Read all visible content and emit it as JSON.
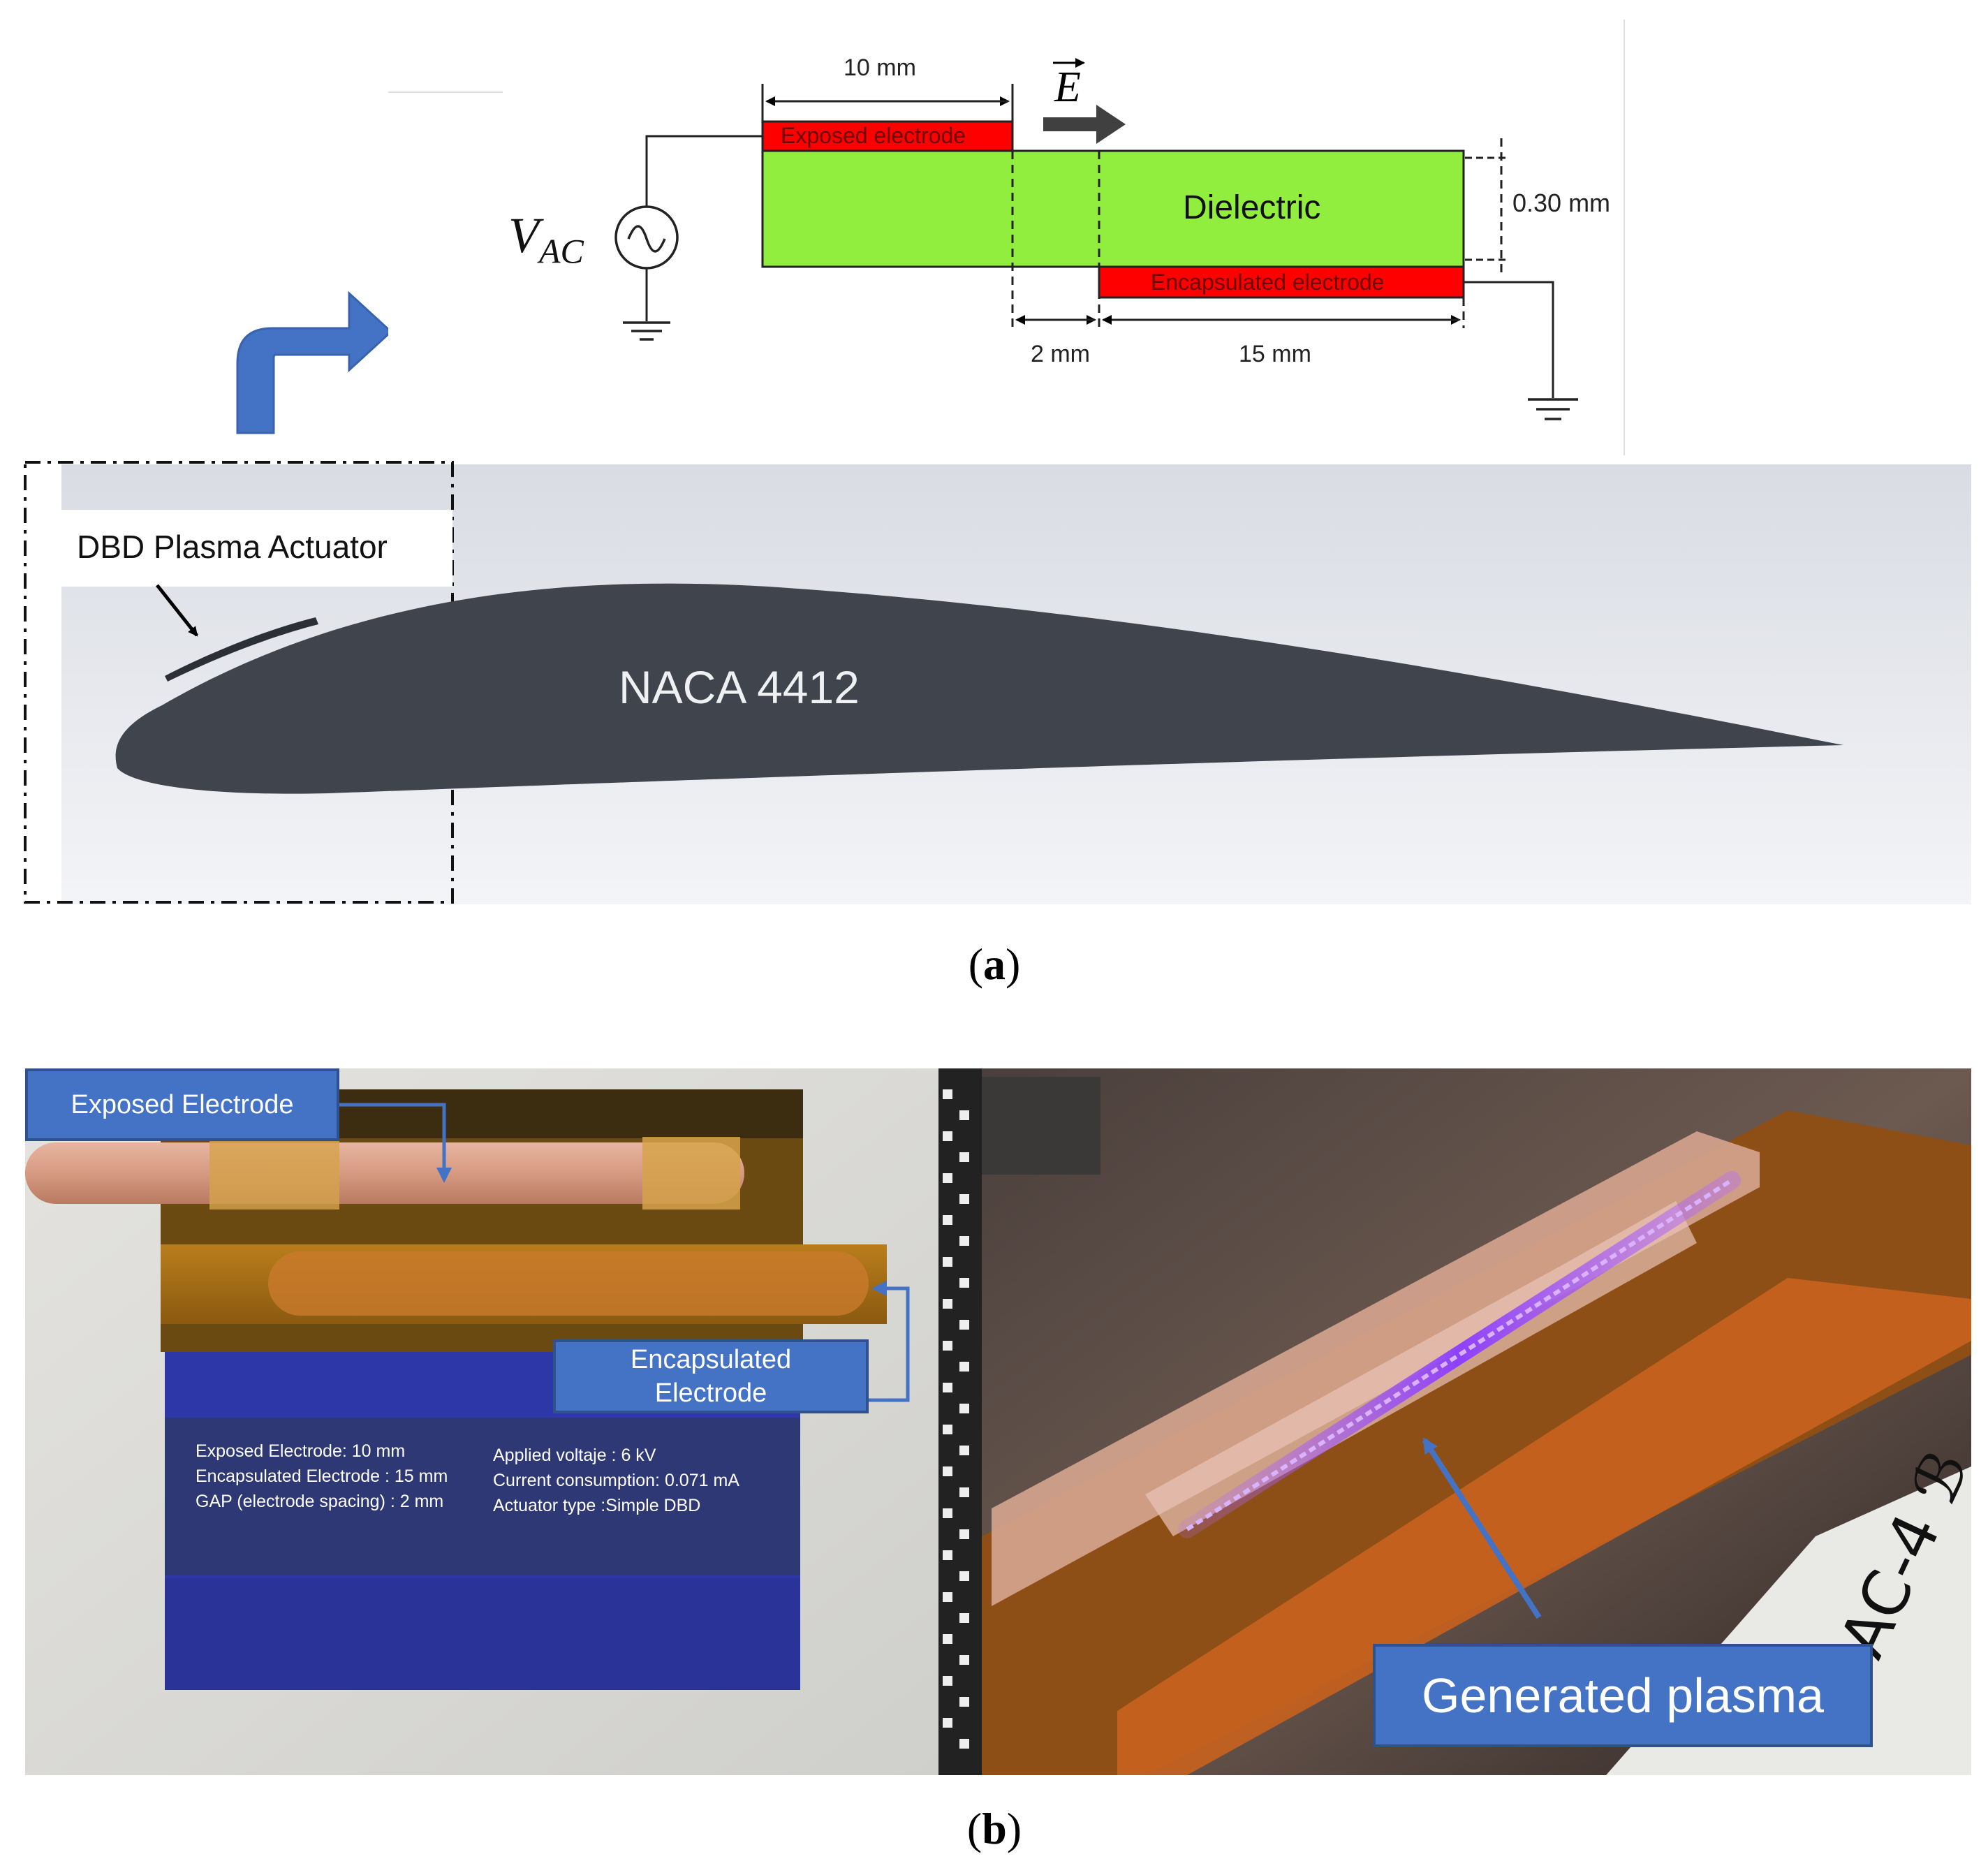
{
  "figure": {
    "panel_a": {
      "caption": "a",
      "dim_exposed_length": "10 mm",
      "electric_field_label": "E",
      "exposed_electrode_label": "Exposed electrode",
      "dielectric_label": "Dielectric",
      "thickness_label": "0.30 mm",
      "encapsulated_electrode_label": "Encapsulated electrode",
      "gap_label": "2 mm",
      "dim_encapsulated_length": "15 mm",
      "voltage_label": "V",
      "voltage_subscript": "AC",
      "actuator_callout": "DBD Plasma Actuator",
      "airfoil_label": "NACA 4412",
      "colors": {
        "electrode": "#ff0000",
        "dielectric": "#92ee3e",
        "airfoil": "#3f444d",
        "arrow": "#4472c4"
      }
    },
    "panel_b": {
      "caption": "b",
      "exposed_electrode_callout": "Exposed Electrode",
      "encapsulated_callout_line1": "Encapsulated",
      "encapsulated_callout_line2": "Electrode",
      "specs_left": [
        "Exposed Electrode: 10 mm",
        "Encapsulated Electrode : 15 mm",
        "GAP (electrode spacing) :  2 mm"
      ],
      "specs_right": [
        "Applied voltaje : 6 kV",
        "Current consumption: 0.071 mA",
        "Actuator type :Simple DBD"
      ],
      "plasma_callout": "Generated plasma"
    }
  }
}
